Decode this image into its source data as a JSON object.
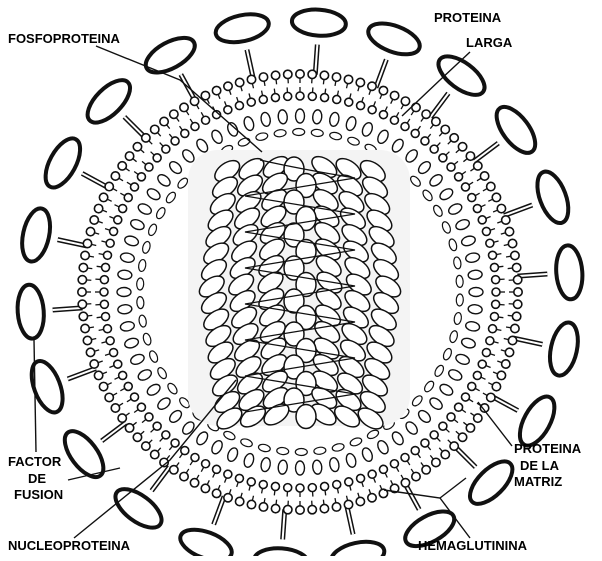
{
  "labels": {
    "fosfoproteina": "FOSFOPROTEINA",
    "proteina_larga_line1": "PROTEINA",
    "proteina_larga_line2": "LARGA",
    "factor_fusion_line1": "FACTOR",
    "factor_fusion_line2": "DE",
    "factor_fusion_line3": "FUSION",
    "proteina_matriz_line1": "PROTEINA",
    "proteina_matriz_line2": "DE LA",
    "proteina_matriz_line3": "MATRIZ",
    "nucleoproteina": "NUCLEOPROTEINA",
    "hemaglutinina": "HEMAGLUTININA"
  },
  "colors": {
    "ink": "#111111",
    "paper": "#ffffff",
    "fill": "#f4f4f4"
  }
}
